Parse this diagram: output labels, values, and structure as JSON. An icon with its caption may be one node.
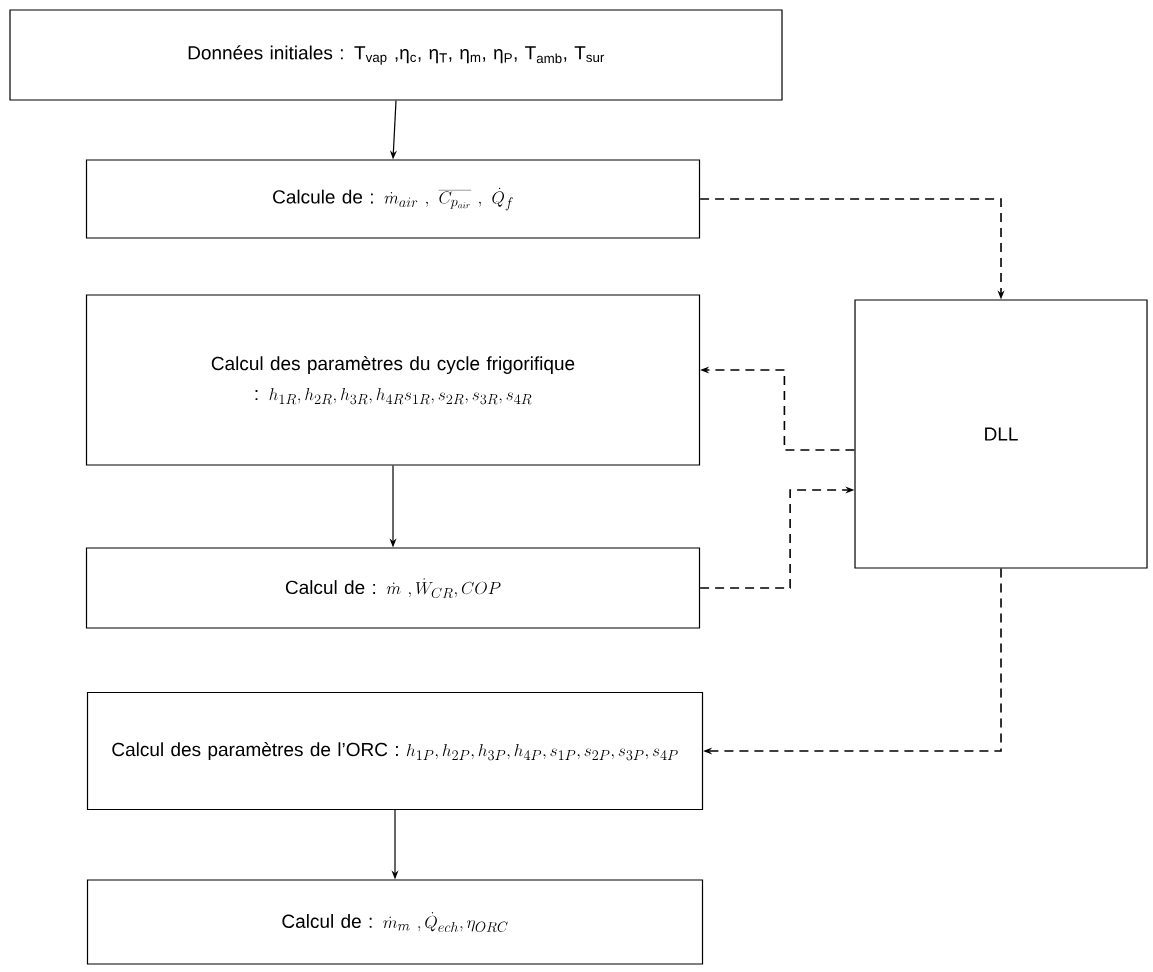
{
  "diagram": {
    "nodes": [
      {
        "text": [
          "Données initiales : T$_{vap}$ ,η$_{c}$, η$_{T}$, η$_{m}$, η$_{P}$, T$_{amb}$, T$_{sur}$"
        ]
      },
      {
        "text": [
          "Calcule de :",
          "\\dot{m}_{air}\\ ,\\ \\overline{C_{p_{air}}}\\ ,\\ \\dot{Q}_f"
        ]
      },
      {
        "text": [
          "Calcul des paramètres du cycle frigorifique :",
          "h_{1R}, h_{2R}, h_{3R}, h_{4R} s_{1R}, s_{2R}, s_{3R}, s_{4R}"
        ]
      },
      {
        "text": [
          "Calcul de :",
          "\\dot{m}\\ , \\dot{W}_{CR}, COP"
        ]
      },
      {
        "text": [
          "Calcul des paramètres de l’ORC :",
          "h_{1P}, h_{2P}, h_{3P}, h_{4P}, s_{1P}, s_{2P}, s_{3P}, s_{4P}"
        ]
      },
      {
        "text": [
          "Calcul de :",
          "\\dot{m}_m\\ , \\dot{Q}_{ech}, \\eta_{ORC}"
        ]
      },
      {
        "text": [
          "DLL"
        ]
      }
    ],
    "edges": [
      {
        "from": 0,
        "to": 1,
        "arrow": "to"
      },
      {
        "from": 1,
        "to": 6,
        "arrow": "to",
        "style": "dashed"
      },
      {
        "from": 6,
        "to": 2,
        "arrow": "to",
        "style": "dashed"
      },
      {
        "from": 2,
        "to": 3,
        "arrow": "to"
      },
      {
        "from": 3,
        "to": 6,
        "arrow": "to",
        "style": "dashed"
      },
      {
        "from": 6,
        "to": 4,
        "arrow": "to",
        "style": "dashed"
      },
      {
        "from": 4,
        "to": 5,
        "arrow": "to"
      }
    ]
  }
}
